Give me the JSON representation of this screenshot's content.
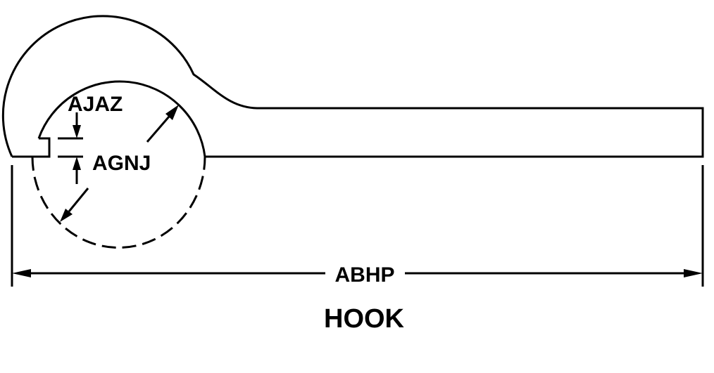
{
  "diagram": {
    "part_name": "HOOK",
    "dimensions": {
      "hook_tip_thickness": "AJAZ",
      "inside_diameter": "AGNJ",
      "overall_length": "ABHP"
    }
  }
}
